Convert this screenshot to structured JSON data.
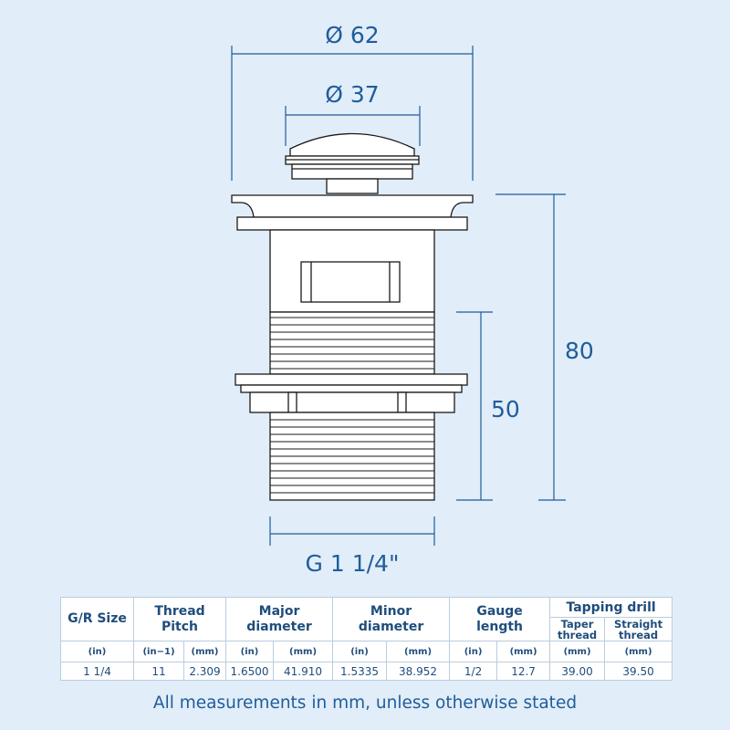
{
  "dimensions": {
    "outer_diameter": "Ø 62",
    "cap_diameter": "Ø 37",
    "total_height": "80",
    "thread_height": "50",
    "thread_size": "G 1 1/4\""
  },
  "table": {
    "headers": {
      "gr_size": "G/R Size",
      "thread_pitch_line1": "Thread",
      "thread_pitch_line2": "Pitch",
      "major_line1": "Major",
      "major_line2": "diameter",
      "minor_line1": "Minor",
      "minor_line2": "diameter",
      "gauge_line1": "Gauge",
      "gauge_line2": "length",
      "tapping_drill": "Tapping drill",
      "taper_line1": "Taper",
      "taper_line2": "thread",
      "straight_line1": "Straight",
      "straight_line2": "thread"
    },
    "units": [
      "(in)",
      "(in−1)",
      "(mm)",
      "(in)",
      "(mm)",
      "(in)",
      "(mm)",
      "(in)",
      "(mm)",
      "(mm)",
      "(mm)"
    ],
    "values": [
      "1 1/4",
      "11",
      "2.309",
      "1.6500",
      "41.910",
      "1.5335",
      "38.952",
      "1/2",
      "12.7",
      "39.00",
      "39.50"
    ]
  },
  "footer": "All measurements in mm, unless otherwise stated",
  "colors": {
    "background": "#e1edf9",
    "dimension_line": "#1f5d99",
    "outline": "#1a1a1a",
    "part_fill": "#ffffff"
  }
}
